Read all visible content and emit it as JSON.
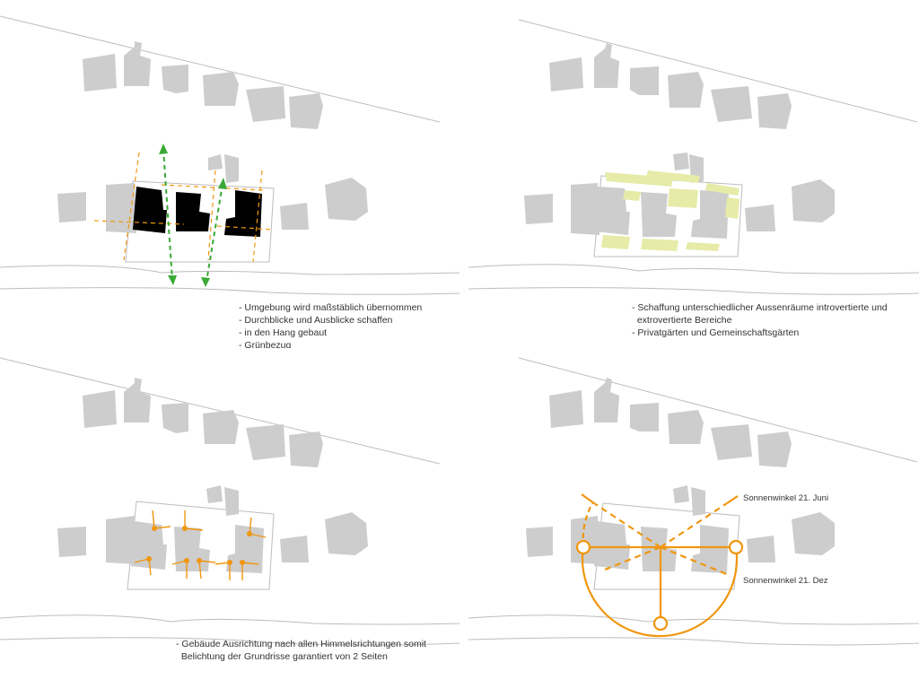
{
  "colors": {
    "building_context": "#cdcdcd",
    "new_building": "#000000",
    "green_arrow": "#3aa935",
    "orange": "#f0960f",
    "garden": "#e6eba8",
    "site_line": "#bdbdbd"
  },
  "panels": [
    {
      "id": "top-left",
      "caption": [
        "- Umgebung wird maßstäblich übernommen",
        "- Durchblicke und Ausblicke schaffen",
        "- in den Hang gebaut",
        "- Grünbezug"
      ]
    },
    {
      "id": "top-right",
      "caption": [
        "- Schaffung unterschiedlicher Aussenräume introvertierte und",
        "  extrovertierte Bereiche",
        "- Privatgärten und Gemeinschaftsgärten"
      ]
    },
    {
      "id": "bottom-left",
      "caption": [
        "- Gebäude Ausrichtung nach allen Himmelsrichtungen somit",
        "  Belichtung der Grundrisse garantiert von 2 Seiten"
      ]
    },
    {
      "id": "bottom-right",
      "caption": [],
      "labels": {
        "summer": "Sonnenwinkel 21. Juni",
        "winter": "Sonnenwinkel 21. Dez"
      }
    }
  ]
}
